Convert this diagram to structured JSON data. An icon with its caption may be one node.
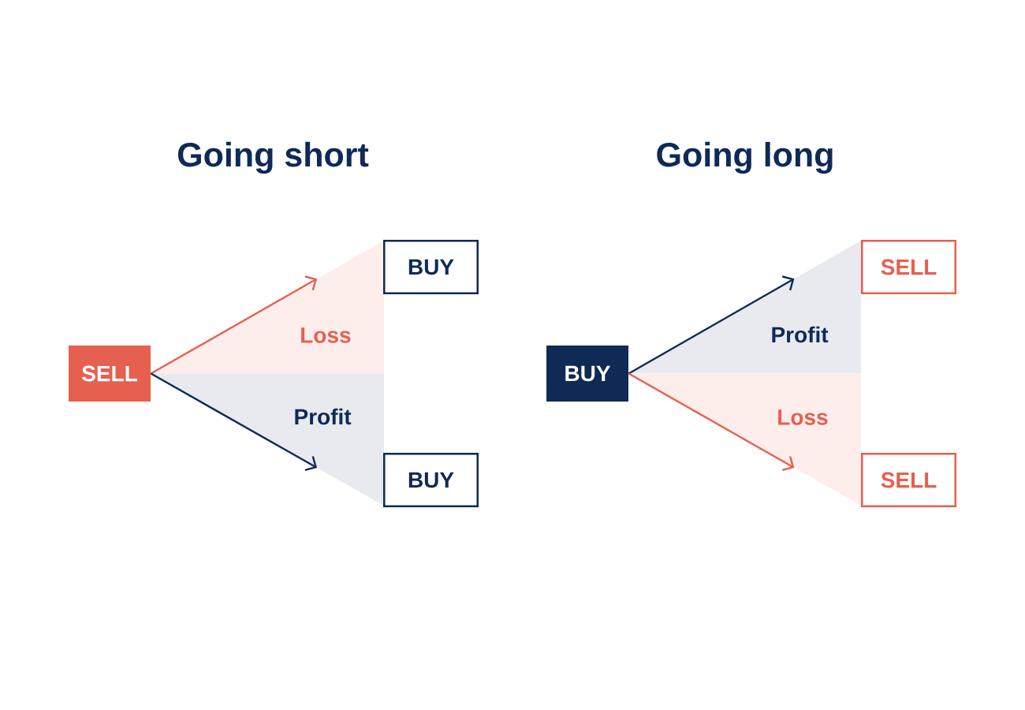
{
  "diagram": {
    "nodes": [
      {
        "text": [
          "SELL"
        ]
      },
      {
        "text": [
          "Loss"
        ]
      },
      {
        "text": [
          "Profit"
        ]
      },
      {
        "text": [
          "BUY"
        ]
      },
      {
        "text": [
          "BUY"
        ]
      },
      {
        "text": [
          "BUY"
        ]
      },
      {
        "text": [
          "Profit"
        ]
      },
      {
        "text": [
          "Loss"
        ]
      },
      {
        "text": [
          "SELL"
        ]
      },
      {
        "text": [
          "SELL"
        ]
      }
    ],
    "edges": [
      {
        "from": 0,
        "to": 1,
        "arrow": "to",
        "color": "#e5604f"
      },
      {
        "from": 0,
        "to": 2,
        "arrow": "to",
        "color": "#0e2a55"
      },
      {
        "from": 5,
        "to": 6,
        "arrow": "to",
        "color": "#0e2a55"
      },
      {
        "from": 5,
        "to": 7,
        "arrow": "to",
        "color": "#e5604f"
      }
    ],
    "labels": [
      "Going short",
      "Going long"
    ]
  }
}
